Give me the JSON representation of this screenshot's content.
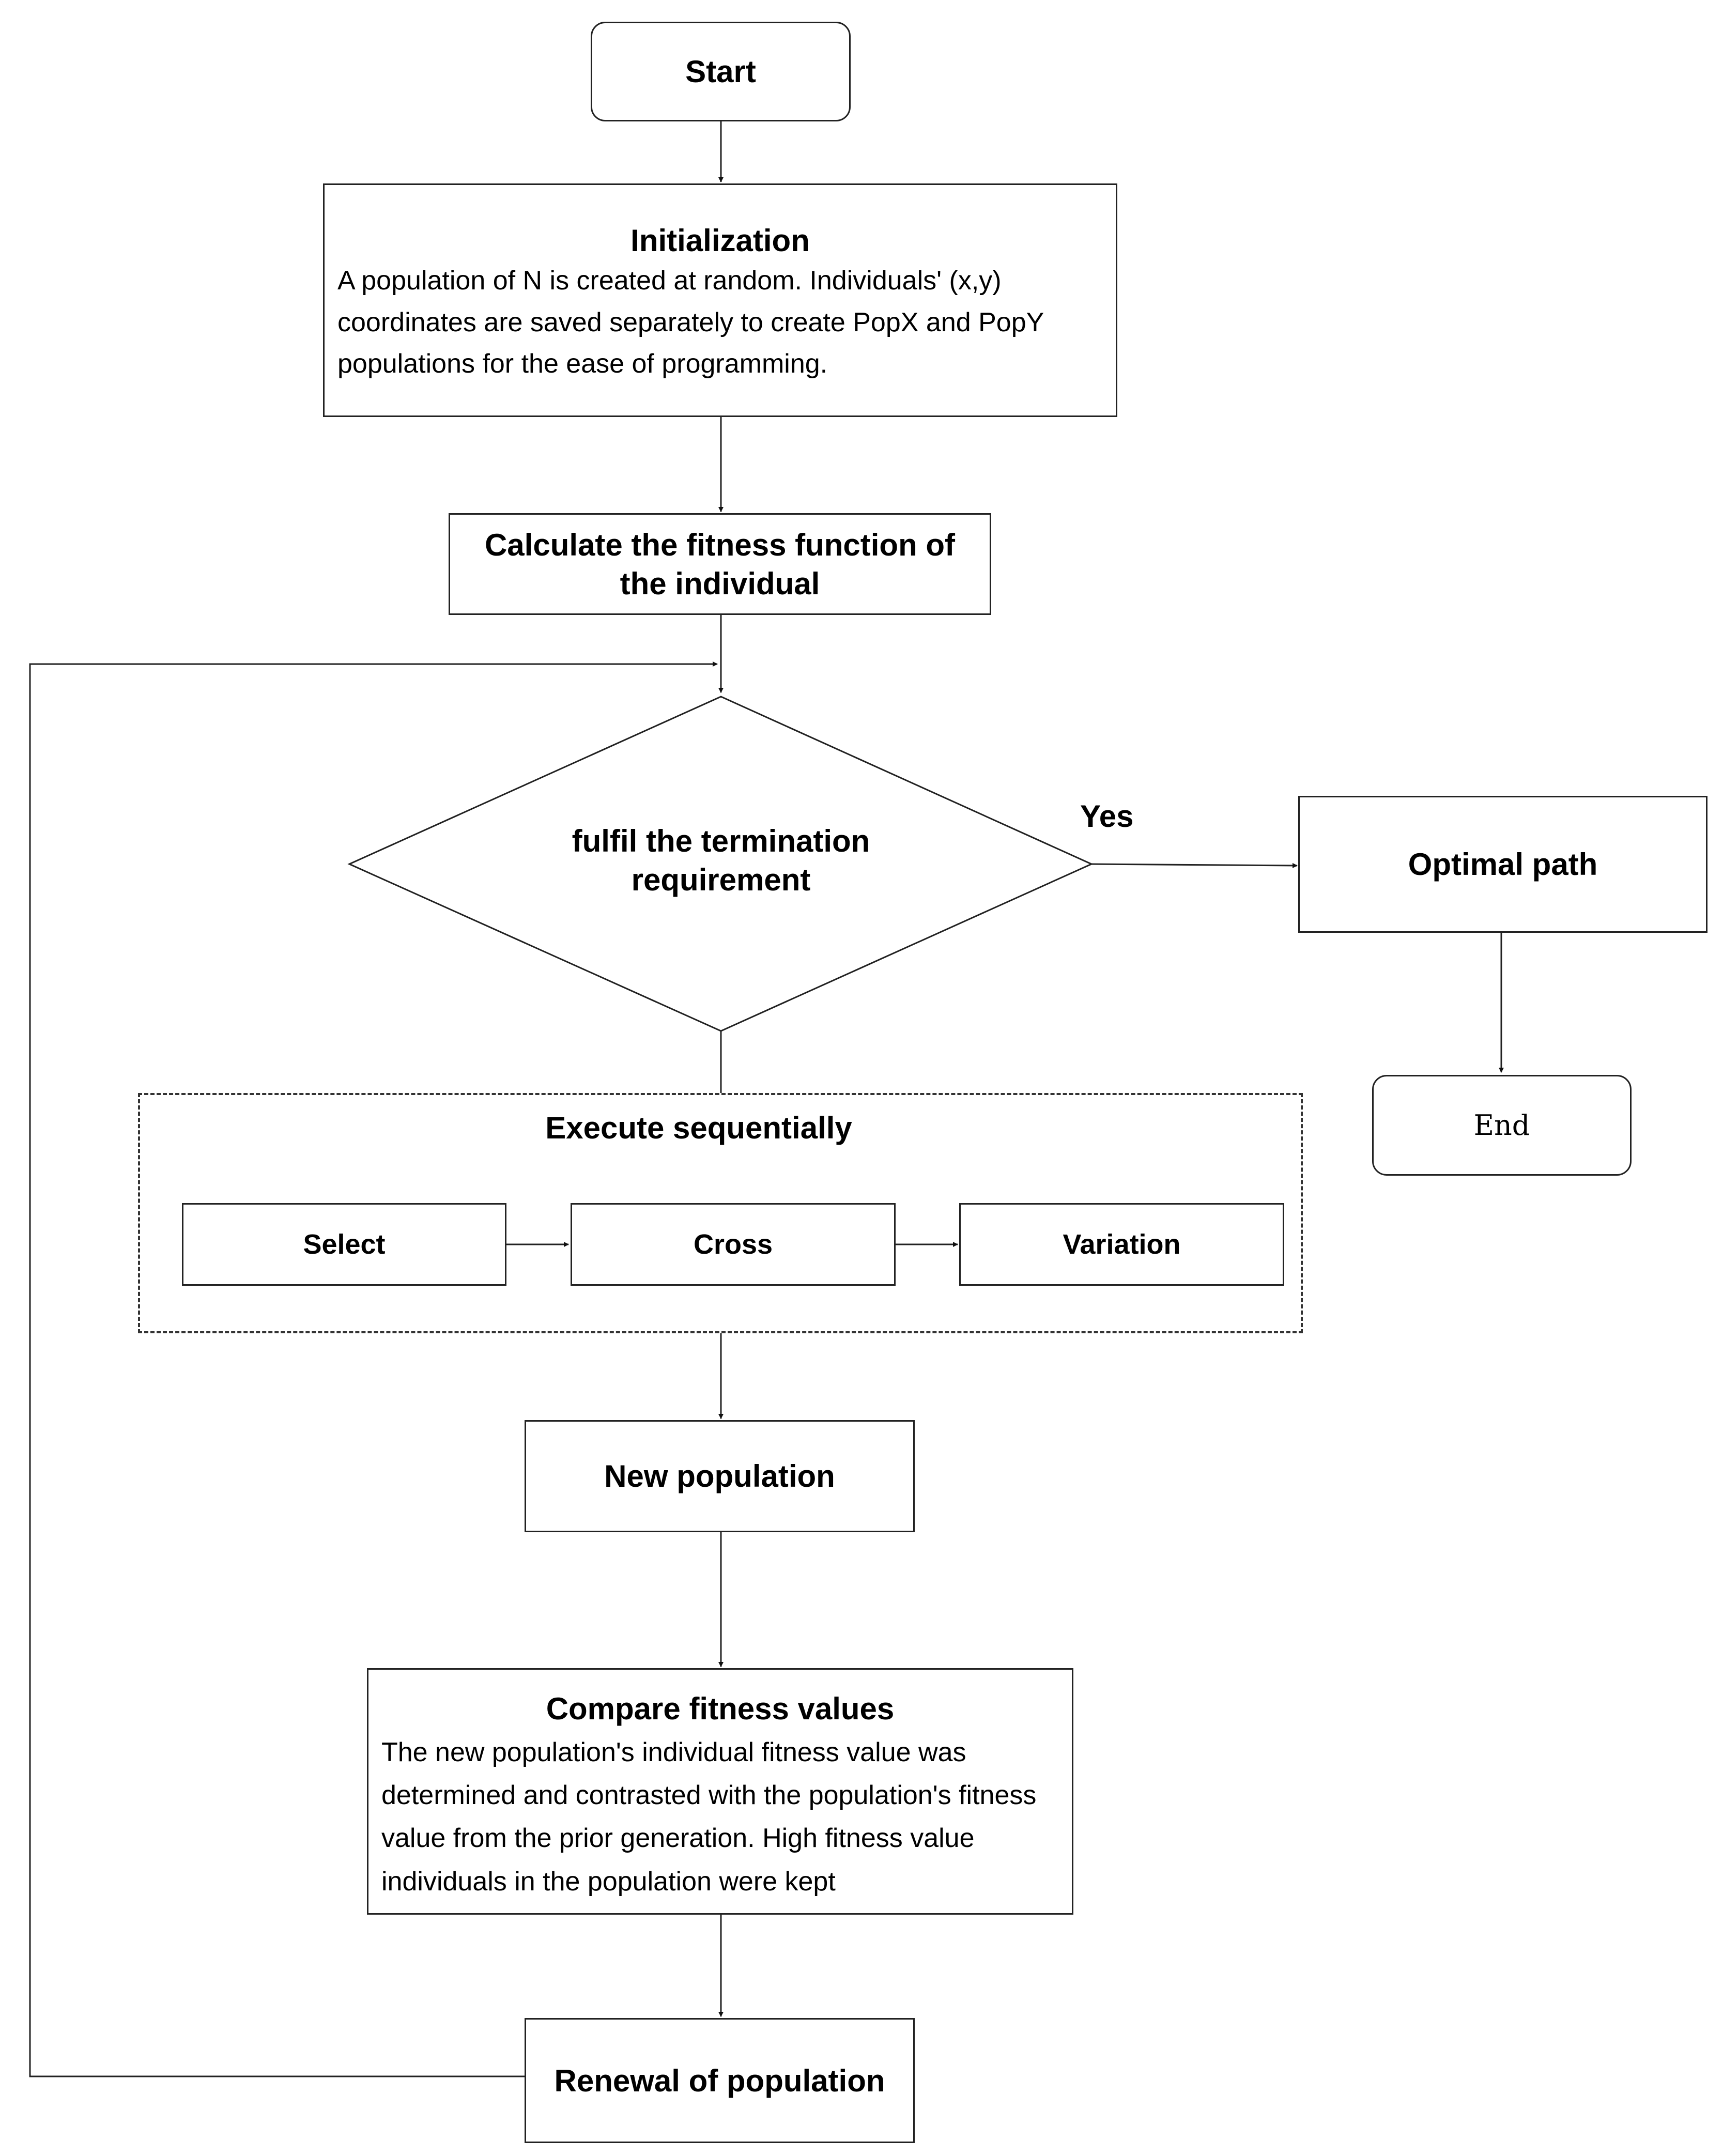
{
  "nodes": {
    "start": "Start",
    "initialization": {
      "title": "Initialization",
      "body": "A population of N is created at random. Individuals' (x,y) coordinates are saved separately to create PopX and PopY populations for the ease of programming."
    },
    "fitness": "Calculate the fitness function of the individual",
    "decision": "fulfil the termination requirement",
    "yes_label": "Yes",
    "optimal_path": "Optimal path",
    "end": "End",
    "group_title": "Execute sequentially",
    "select": "Select",
    "cross": "Cross",
    "variation": "Variation",
    "new_population": "New population",
    "compare": {
      "title": "Compare fitness values",
      "body": "The new population's individual fitness value was determined and contrasted with the population's fitness value from the prior generation. High fitness value individuals in the population were kept"
    },
    "renewal": "Renewal of population"
  }
}
